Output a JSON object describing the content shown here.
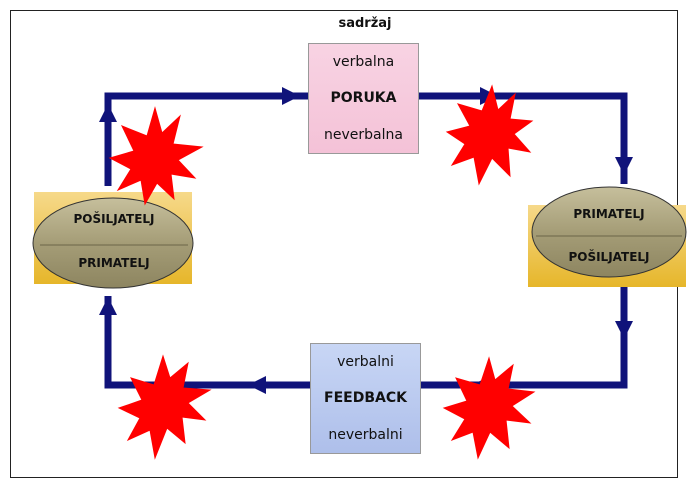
{
  "title": "sadržaj",
  "message": {
    "top": "verbalna",
    "main": "PORUKA",
    "bottom": "neverbalna"
  },
  "feedback": {
    "top": "verbalni",
    "main": "FEEDBACK",
    "bottom": "neverbalni"
  },
  "left_node": {
    "top": "POŠILJATELJ",
    "bottom": "PRIMATELJ"
  },
  "right_node": {
    "top": "PRIMATELJ",
    "bottom": "POŠILJATELJ"
  },
  "colors": {
    "line": "#10137a",
    "burst": "#ff0000",
    "ellipse_fill": "#a9a07a",
    "band_fill": "#f2c84a",
    "message_fill": "#f6c8db",
    "feedback_fill": "#b9c9f0"
  }
}
